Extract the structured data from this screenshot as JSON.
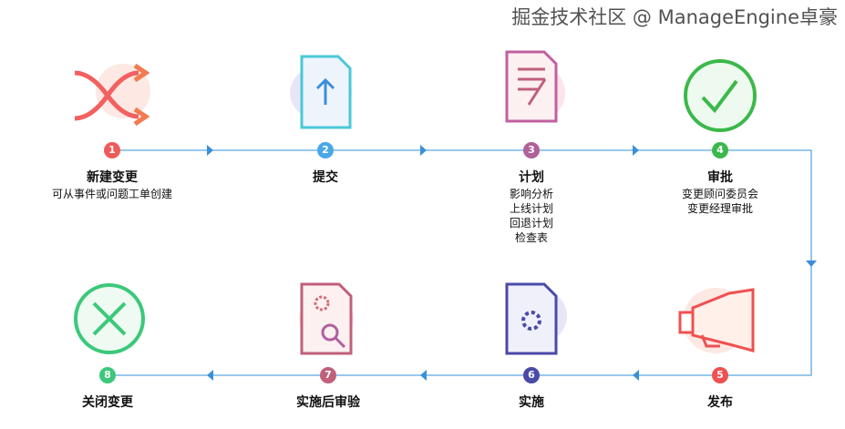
{
  "steps": [
    {
      "num": "1",
      "title": "新建变更",
      "desc": [
        "可从事件或问题工单创建"
      ],
      "color": "#f05a5a",
      "icon": "shuffle-icon"
    },
    {
      "num": "2",
      "title": "提交",
      "desc": [],
      "color": "#4aa8e8",
      "icon": "upload-document-icon"
    },
    {
      "num": "3",
      "title": "计划",
      "desc": [
        "影响分析",
        "上线计划",
        "回退计划",
        "检查表"
      ],
      "color": "#b0609a",
      "icon": "document-lines-icon"
    },
    {
      "num": "4",
      "title": "审批",
      "desc": [
        "变更顾问委员会",
        "变更经理审批"
      ],
      "color": "#3cb84a",
      "icon": "checkmark-circle-icon"
    },
    {
      "num": "5",
      "title": "发布",
      "desc": [],
      "color": "#f05050",
      "icon": "megaphone-icon"
    },
    {
      "num": "6",
      "title": "实施",
      "desc": [],
      "color": "#4a4aa8",
      "icon": "gear-document-icon"
    },
    {
      "num": "7",
      "title": "实施后审验",
      "desc": [],
      "color": "#c0607a",
      "icon": "gear-search-document-icon"
    },
    {
      "num": "8",
      "title": "关闭变更",
      "desc": [],
      "color": "#3cc87a",
      "icon": "close-circle-icon"
    }
  ],
  "watermark": "掘金技术社区 @ ManageEngine卓豪",
  "line_color": "#5aa8e0"
}
